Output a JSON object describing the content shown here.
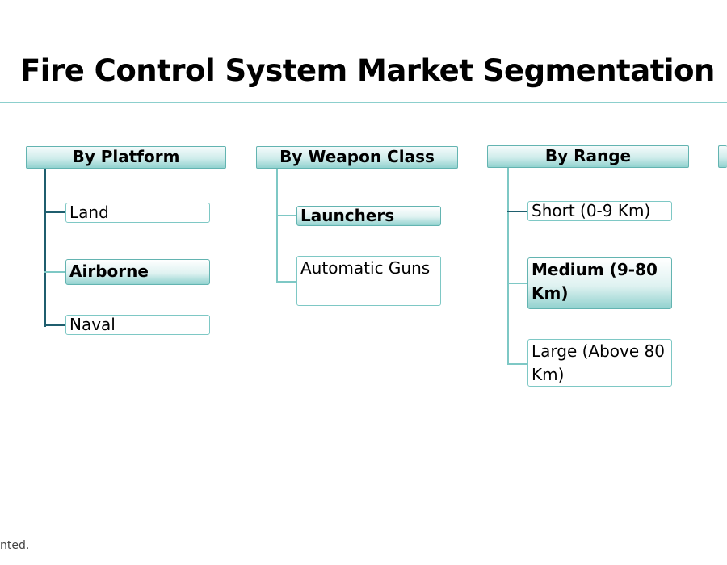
{
  "title": "Fire Control System Market Segmentation",
  "footnote": "nted.",
  "colors": {
    "accent": "#7ec8c5",
    "connector_dark": "#1f5e6e",
    "header_fill": "#92d2cf"
  },
  "columns": [
    {
      "header": "By Platform",
      "items": [
        {
          "label": "Land"
        },
        {
          "label": "Airborne"
        },
        {
          "label": "Naval"
        }
      ]
    },
    {
      "header": "By Weapon Class",
      "items": [
        {
          "label": "Launchers"
        },
        {
          "label": "Automatic Guns"
        }
      ]
    },
    {
      "header": "By Range",
      "items": [
        {
          "label": "Short (0-9 Km)"
        },
        {
          "label": "Medium (9-80 Km)"
        },
        {
          "label": "Large (Above 80 Km)"
        }
      ]
    },
    {
      "header": ""
    }
  ]
}
